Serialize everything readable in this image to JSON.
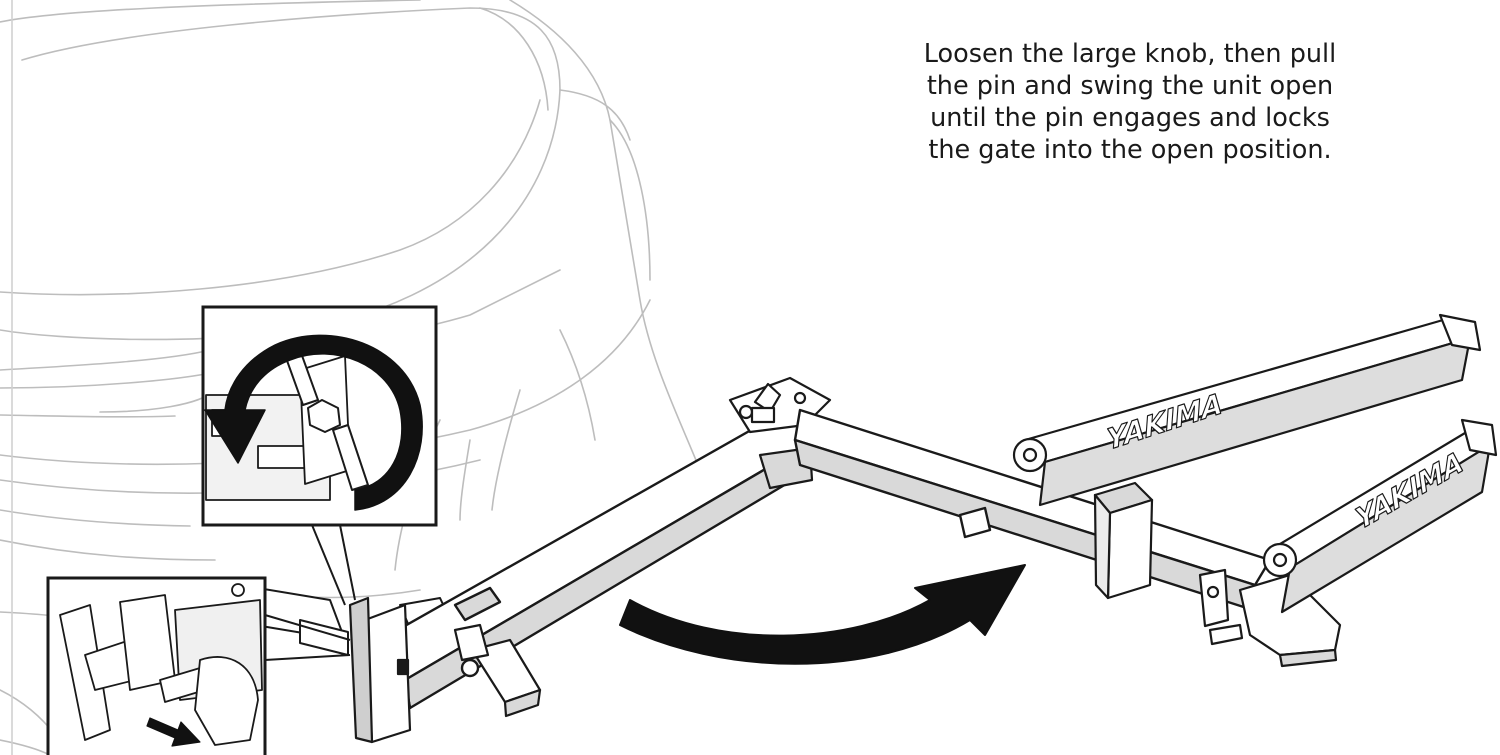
{
  "instruction": {
    "lines": [
      "Loosen the large knob, then pull",
      "the pin and swing the unit open",
      "until the pin engages and locks",
      "the gate into the open position."
    ]
  },
  "brand": {
    "label": "YAKIMA"
  },
  "colors": {
    "ink": "#1a1a1a",
    "vehicle_outline": "#b8b8b8",
    "tray_fill": "#d9d9d9",
    "arrow": "#111111",
    "background": "#ffffff"
  },
  "icons": {
    "rotate_arrow": "counterclockwise-arrow-icon",
    "swing_arrow": "curved-arrow-icon",
    "pull_arrow": "pull-arrow-icon",
    "tool": "wrench-tool-icon"
  }
}
